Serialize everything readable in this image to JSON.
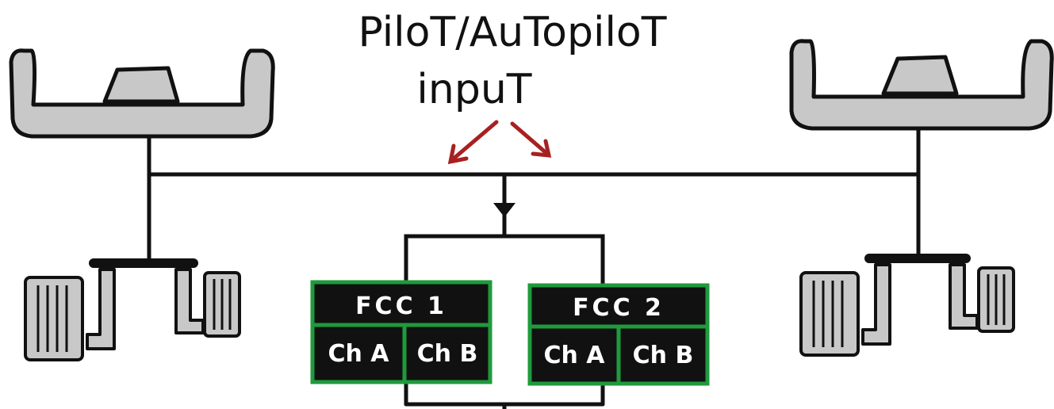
{
  "input_label": {
    "line1": "PiloT/AuTopiloT",
    "line2": "inpuT"
  },
  "fcc_units": [
    {
      "title": "FCC 1",
      "channels": [
        "Ch A",
        "Ch B"
      ]
    },
    {
      "title": "FCC 2",
      "channels": [
        "Ch A",
        "Ch B"
      ]
    }
  ],
  "colors": {
    "arrow": "#a82020",
    "fcc_border": "#1f9a3c",
    "fcc_fill": "#111111",
    "control_gray": "#c8c8c8",
    "line": "#111111"
  },
  "icons": [
    "yoke-icon",
    "rudder-pedals-icon"
  ]
}
